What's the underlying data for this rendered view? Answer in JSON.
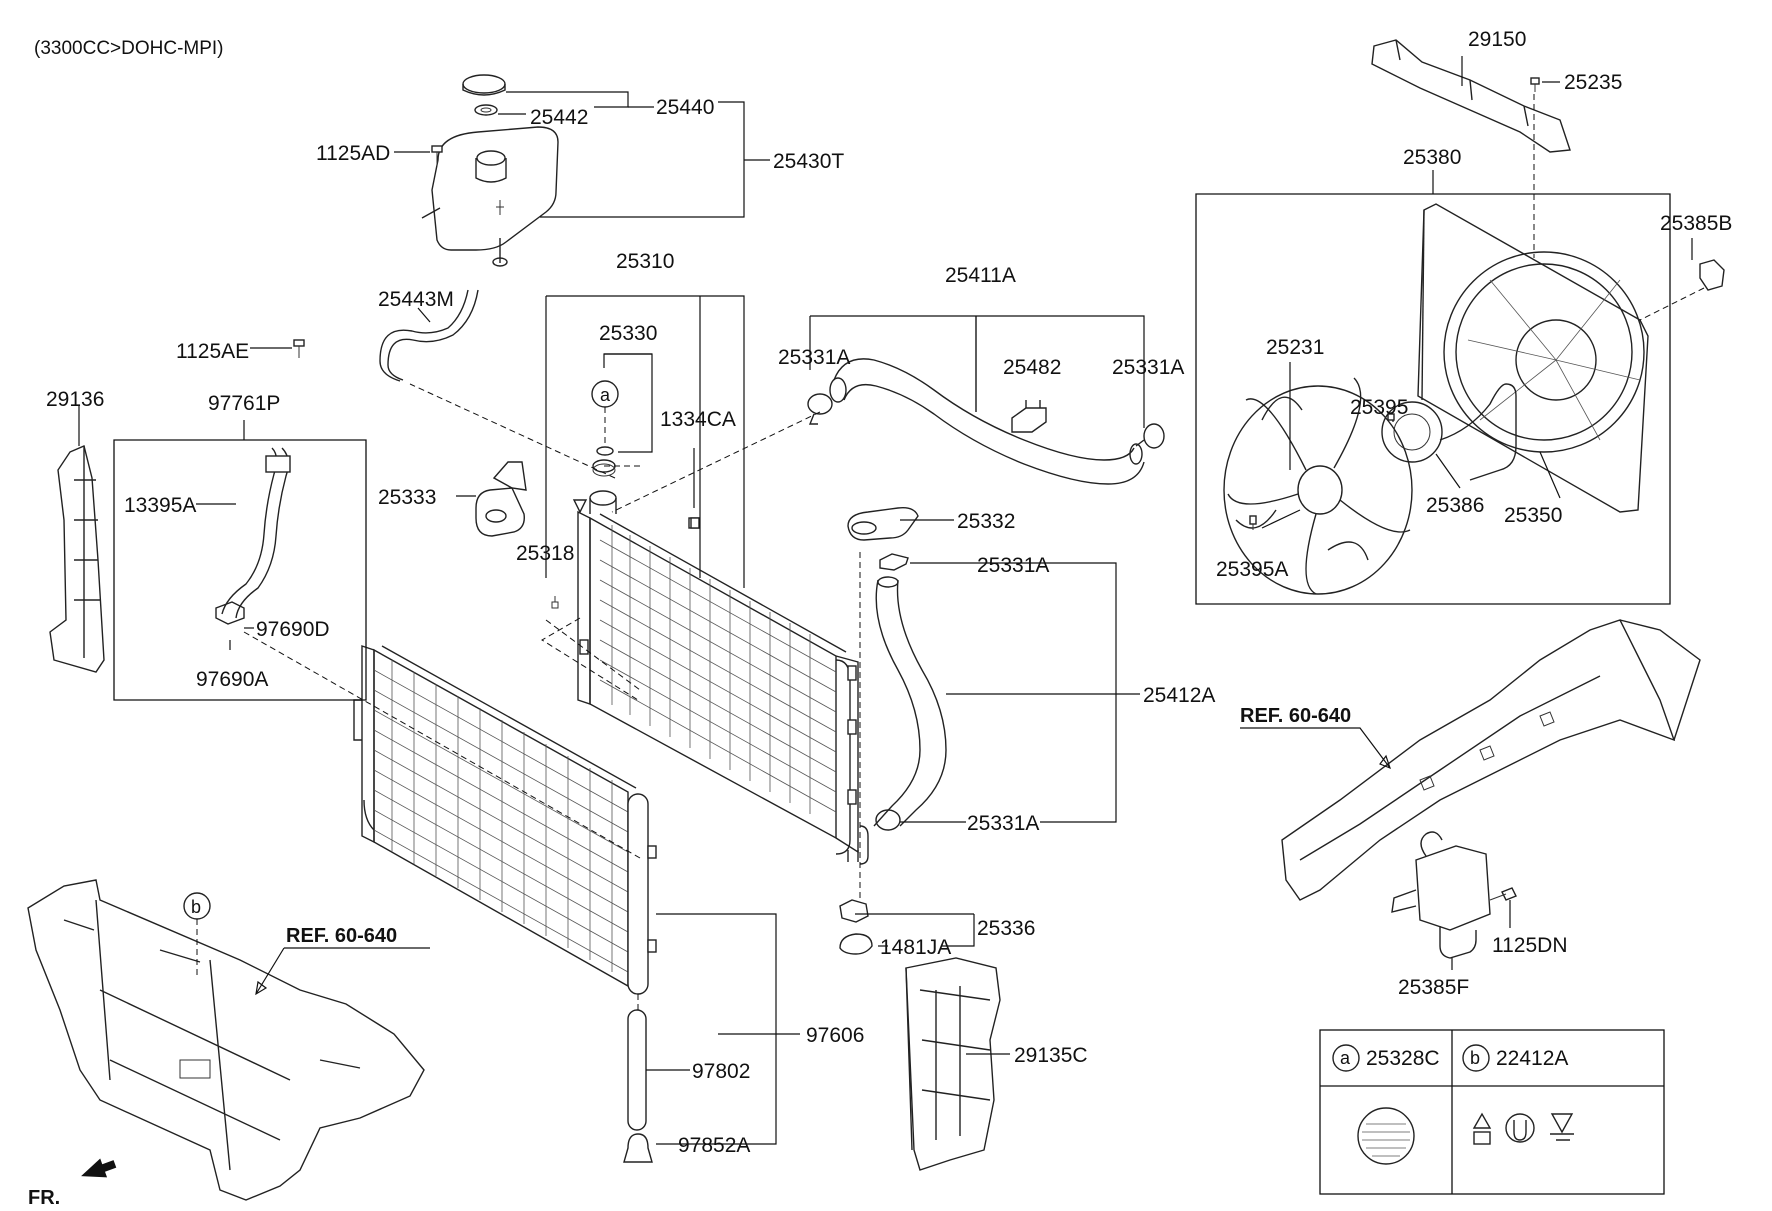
{
  "header": {
    "engine": "(3300CC>DOHC-MPI)"
  },
  "labels": {
    "p29150": "29150",
    "p25235": "25235",
    "p25380": "25380",
    "p25385B": "25385B",
    "p25231": "25231",
    "p25395": "25395",
    "p25386": "25386",
    "p25350": "25350",
    "p25395A": "25395A",
    "p25440": "25440",
    "p25442": "25442",
    "p1125AD": "1125AD",
    "p25430T": "25430T",
    "p25310": "25310",
    "p25330": "25330",
    "p1334CA": "1334CA",
    "p25333": "25333",
    "p25318": "25318",
    "p25443M": "25443M",
    "p1125AE": "1125AE",
    "p97761P": "97761P",
    "p29136": "29136",
    "p13395A": "13395A",
    "p97690D": "97690D",
    "p97690A": "97690A",
    "p25411A": "25411A",
    "p25331A_1": "25331A",
    "p25482": "25482",
    "p25331A_2": "25331A",
    "p25332": "25332",
    "p25331A_3": "25331A",
    "p25412A": "25412A",
    "p25331A_4": "25331A",
    "p25336": "25336",
    "p1481JA": "1481JA",
    "p29135C": "29135C",
    "p97606": "97606",
    "p97802": "97802",
    "p97852A": "97852A",
    "p1125DN": "1125DN",
    "p25385F": "25385F",
    "ref1": "REF. 60-640",
    "ref2": "REF. 60-640",
    "front": "FR."
  },
  "callouts": {
    "a": "a",
    "b": "b"
  },
  "legend": {
    "a_letter": "a",
    "a_part": "25328C",
    "b_letter": "b",
    "b_part": "22412A"
  }
}
